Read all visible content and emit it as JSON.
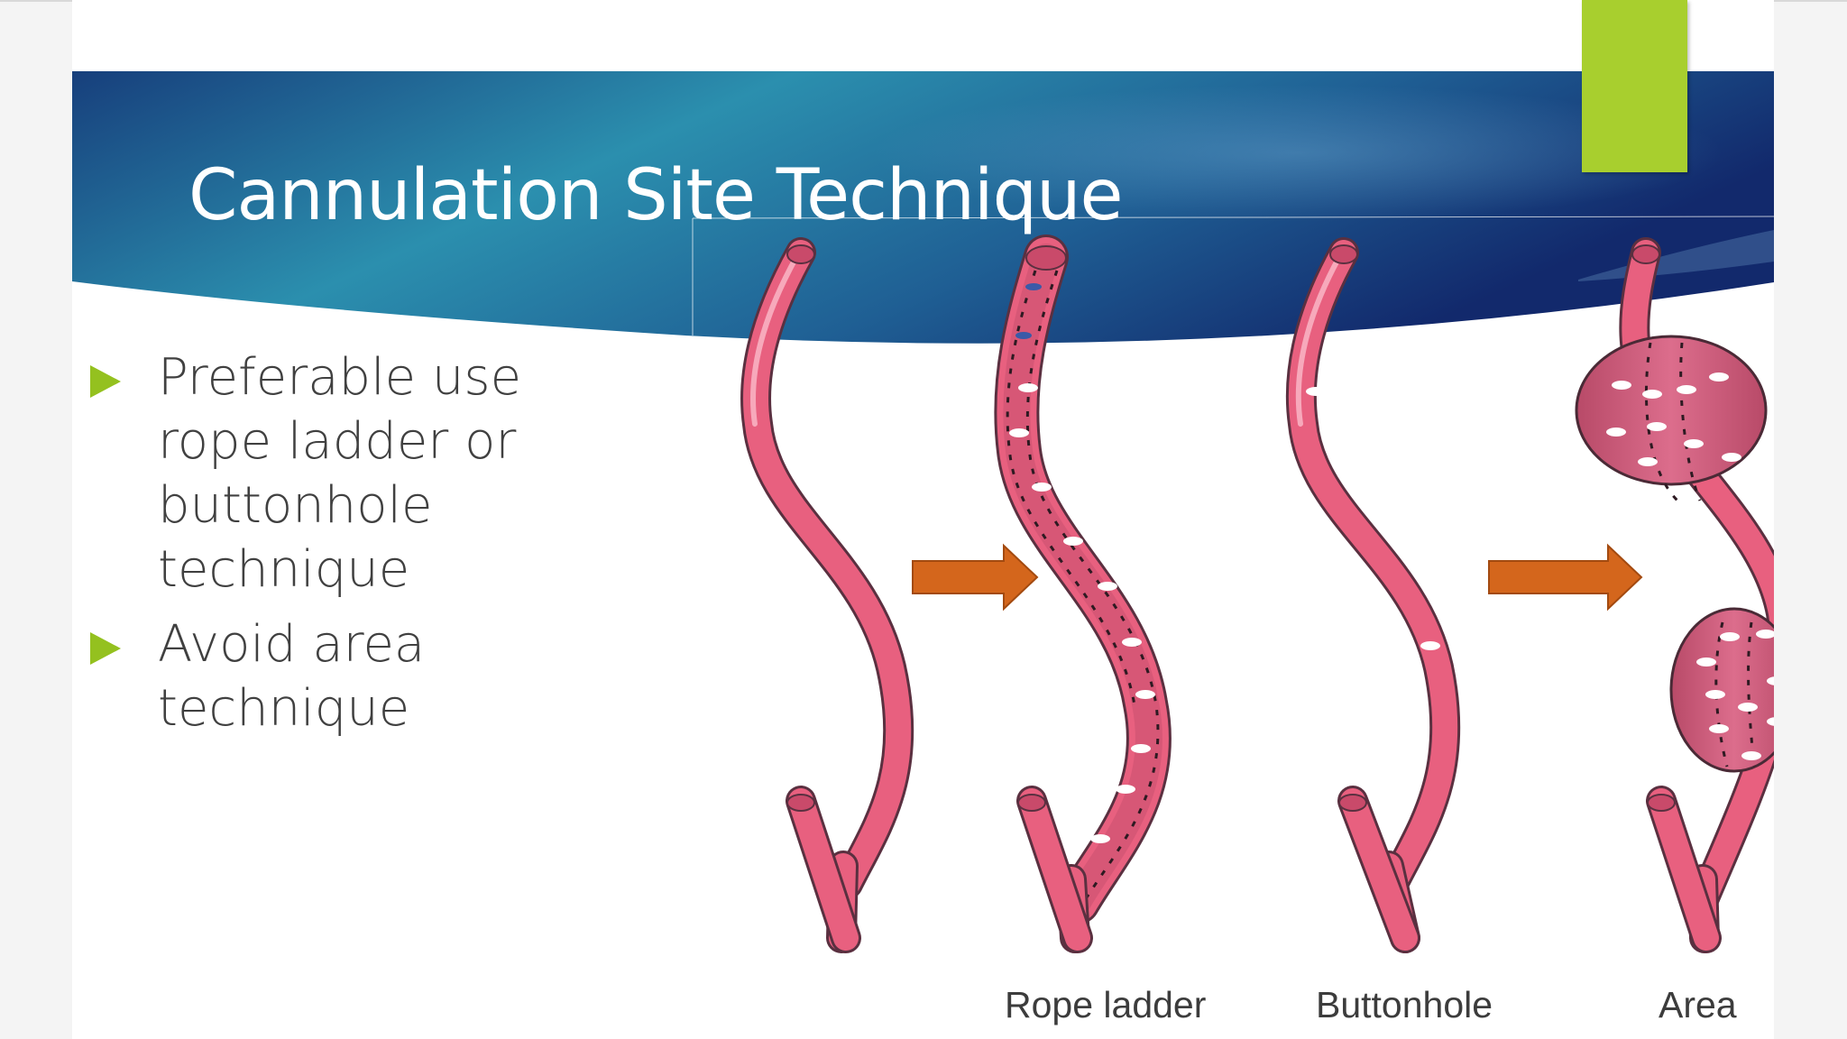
{
  "slide": {
    "title": "Cannulation Site Technique",
    "bullets": [
      "Preferable use rope ladder or buttonhole technique",
      "Avoid area technique"
    ]
  },
  "figure": {
    "labels": [
      "Rope ladder",
      "Buttonhole",
      "Area"
    ]
  },
  "colors": {
    "header_blue_dark": "#12367a",
    "header_teal": "#2b8fae",
    "accent_green": "#a8cf2e",
    "bullet_green": "#94c11f",
    "vessel_pink": "#e8607f",
    "arrow_orange": "#d4661c"
  }
}
